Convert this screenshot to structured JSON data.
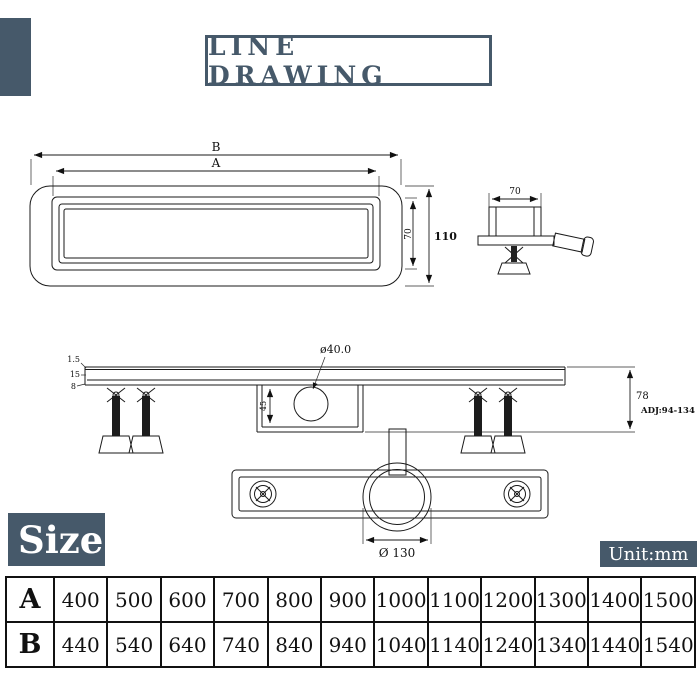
{
  "colors": {
    "accent": "#46596a",
    "line": "#1a1a1a"
  },
  "header": {
    "title": "LINE DRAWING"
  },
  "top_view": {
    "label_b": "B",
    "label_a": "A",
    "height_outer": "110",
    "height_inner": "70"
  },
  "side_view": {
    "width": "70"
  },
  "section_view": {
    "flange_thickness": "1.5",
    "flange_height": "15",
    "base_height": "8",
    "trap_depth": "45",
    "outlet_dia": "ø40.0",
    "total_depth": "78",
    "adjust_range": "ADJ:94-134"
  },
  "bottom_view": {
    "outlet_dia": "Ø 130"
  },
  "size_section": {
    "label": "Size",
    "unit": "Unit:mm"
  },
  "size_table": {
    "rows": [
      {
        "header": "A",
        "values": [
          "400",
          "500",
          "600",
          "700",
          "800",
          "900",
          "1000",
          "1100",
          "1200",
          "1300",
          "1400",
          "1500"
        ]
      },
      {
        "header": "B",
        "values": [
          "440",
          "540",
          "640",
          "740",
          "840",
          "940",
          "1040",
          "1140",
          "1240",
          "1340",
          "1440",
          "1540"
        ]
      }
    ]
  }
}
